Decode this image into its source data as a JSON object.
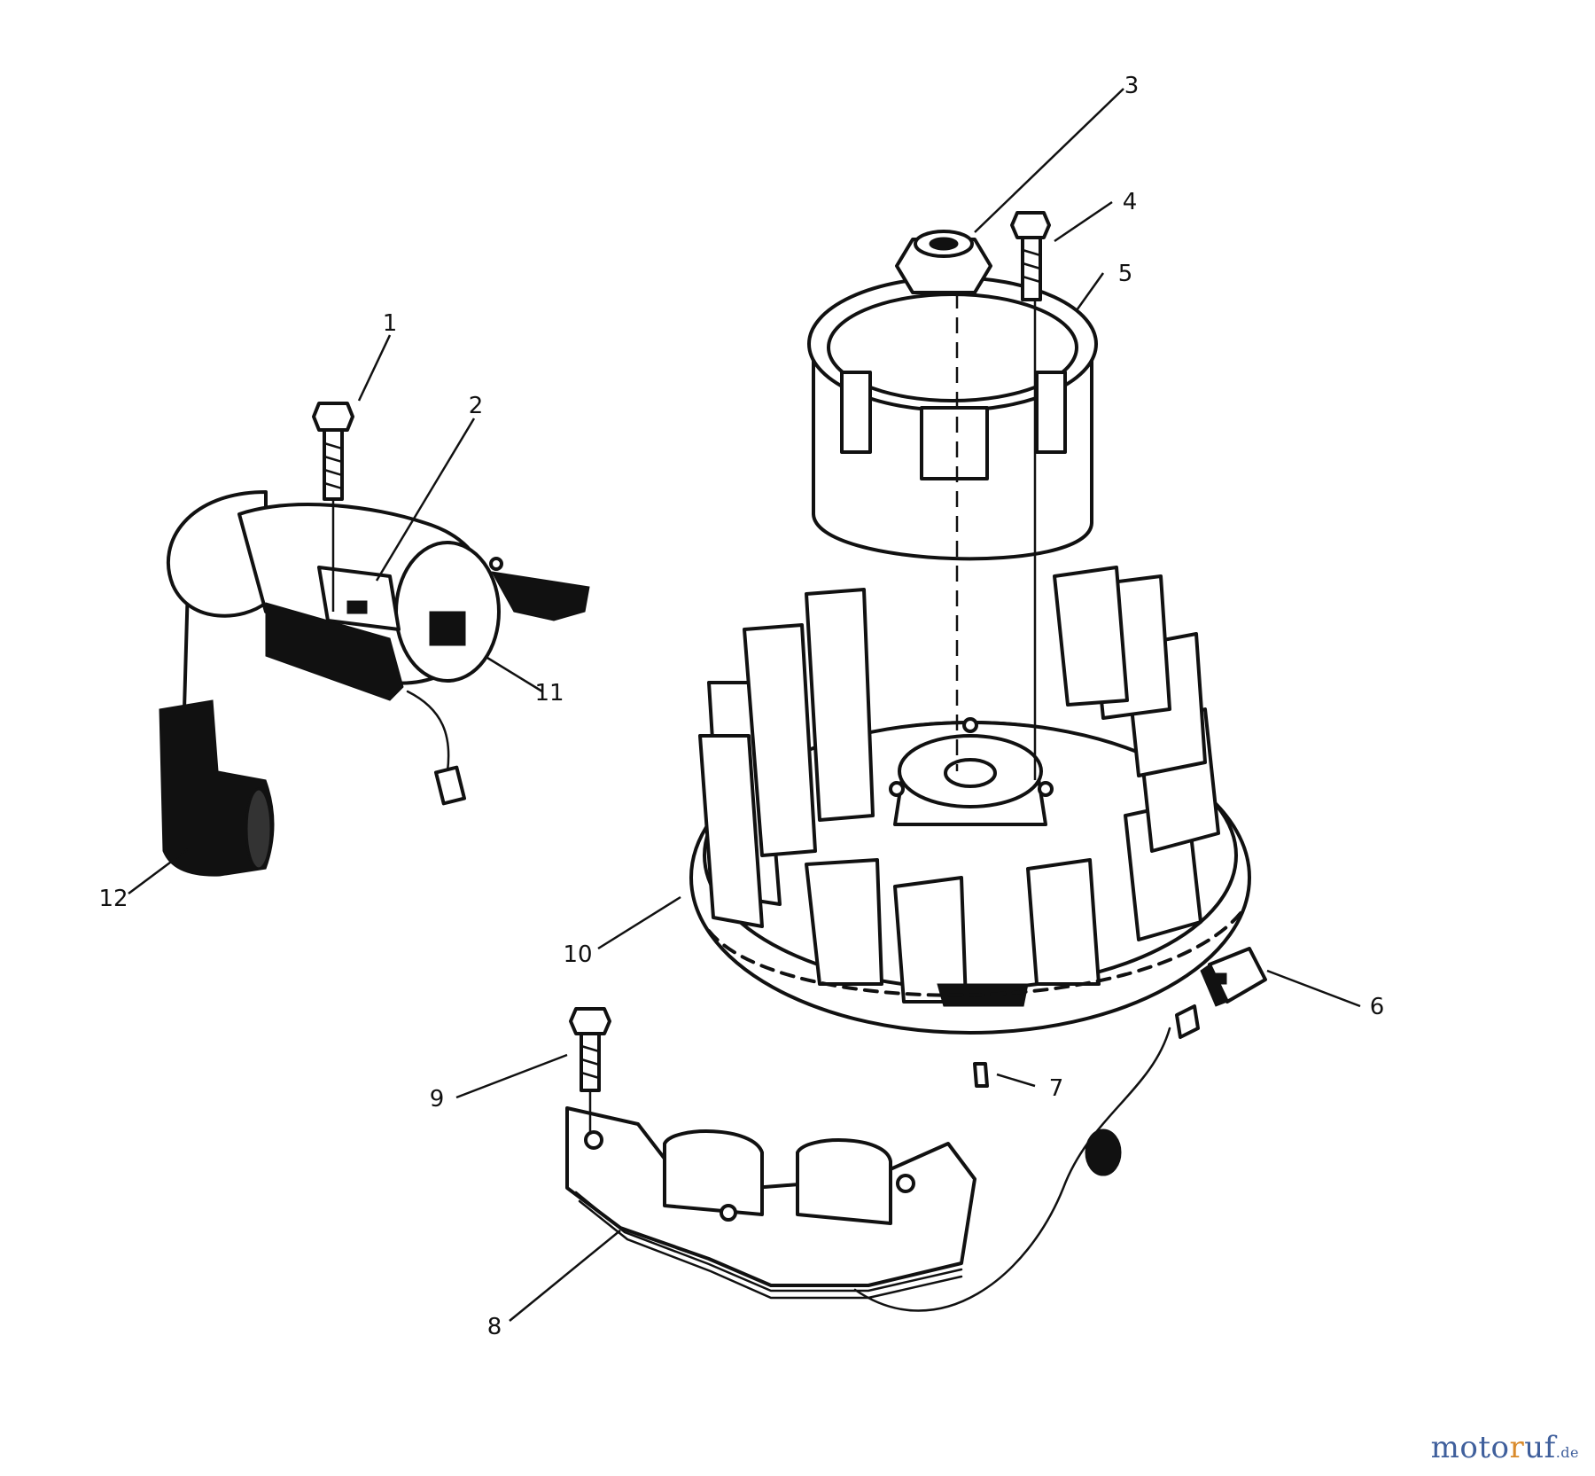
{
  "callouts": [
    {
      "id": "1",
      "label": "1"
    },
    {
      "id": "2",
      "label": "2"
    },
    {
      "id": "3",
      "label": "3"
    },
    {
      "id": "4",
      "label": "4"
    },
    {
      "id": "5",
      "label": "5"
    },
    {
      "id": "6",
      "label": "6"
    },
    {
      "id": "7",
      "label": "7"
    },
    {
      "id": "8",
      "label": "8"
    },
    {
      "id": "9",
      "label": "9"
    },
    {
      "id": "10",
      "label": "10"
    },
    {
      "id": "11",
      "label": "11"
    },
    {
      "id": "12",
      "label": "12"
    }
  ],
  "watermark": {
    "prefix": "moto",
    "accent": "r",
    "suffix": "uf",
    "tld": ".de"
  }
}
